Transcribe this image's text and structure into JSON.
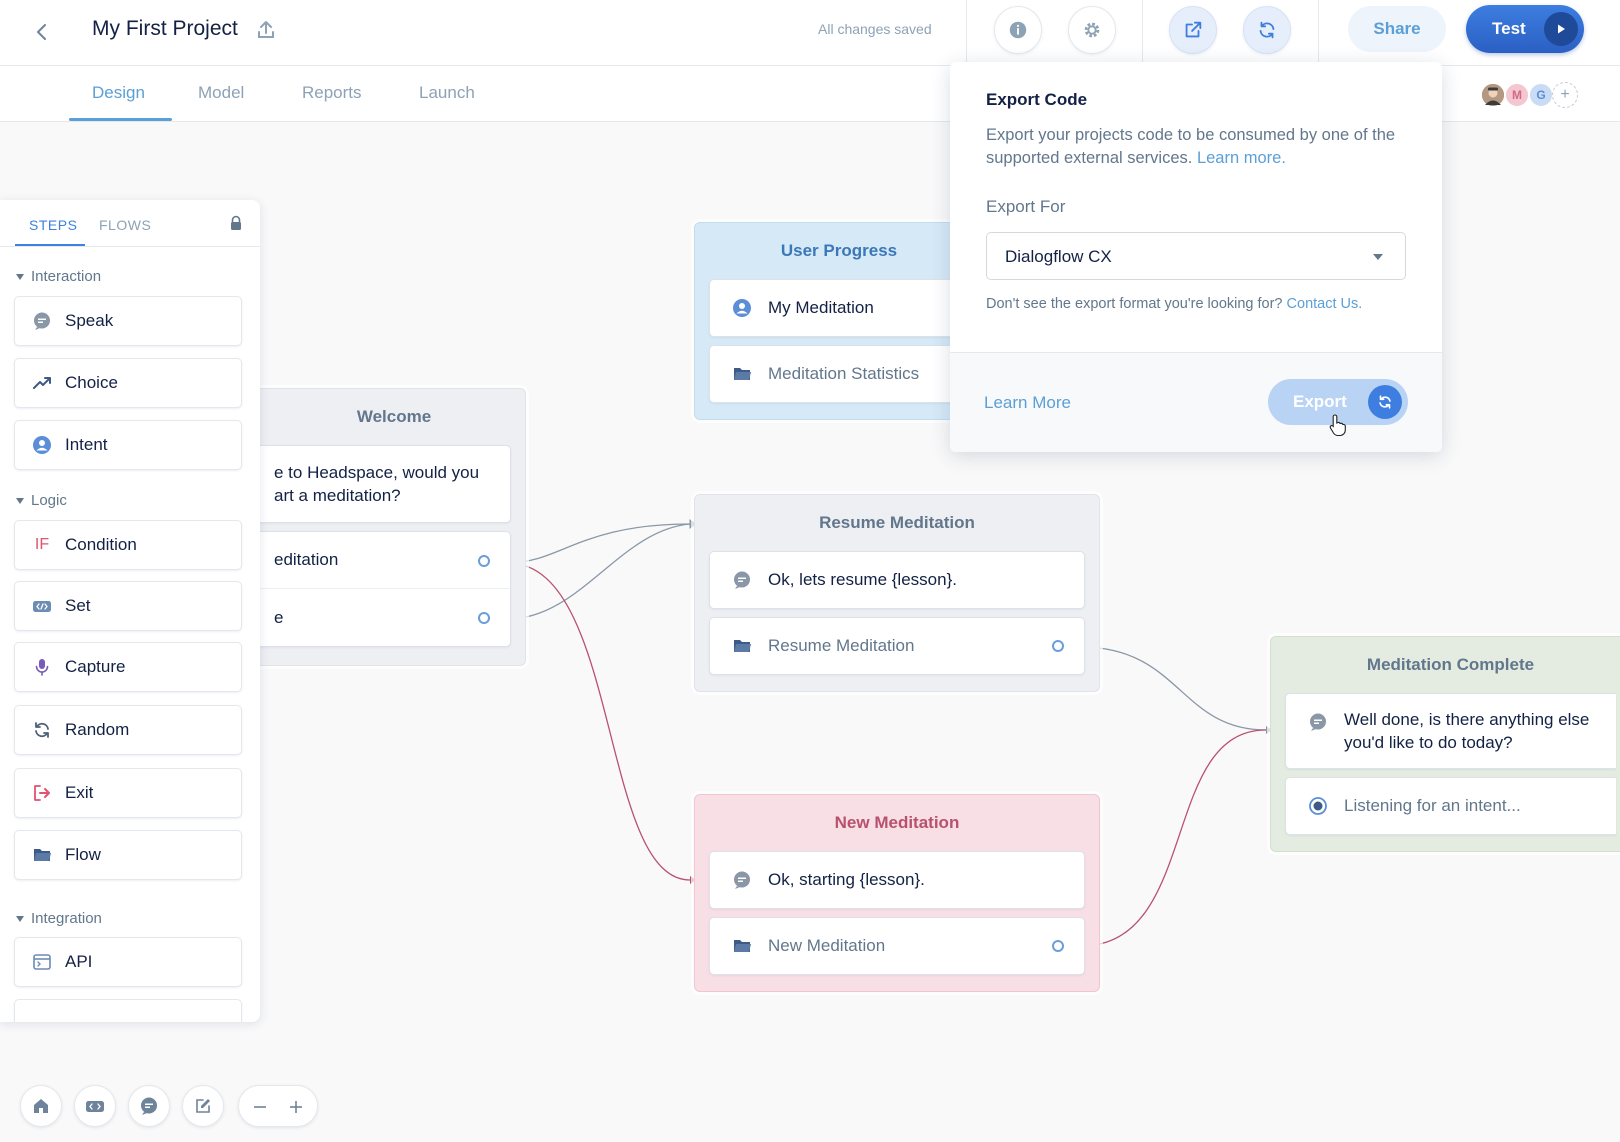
{
  "header": {
    "project_title": "My First Project",
    "save_status": "All changes saved",
    "share_label": "Share",
    "test_label": "Test"
  },
  "tabs": [
    {
      "label": "Design",
      "active": true
    },
    {
      "label": "Model",
      "active": false
    },
    {
      "label": "Reports",
      "active": false
    },
    {
      "label": "Launch",
      "active": false
    }
  ],
  "collaborators": [
    {
      "initial": "",
      "color": "#8a6f5a"
    },
    {
      "initial": "M",
      "color": "#f3c6d0"
    },
    {
      "initial": "G",
      "color": "#c9dbf5"
    }
  ],
  "sidebar": {
    "tabs": [
      "STEPS",
      "FLOWS"
    ],
    "sections": [
      {
        "title": "Interaction",
        "items": [
          "Speak",
          "Choice",
          "Intent"
        ]
      },
      {
        "title": "Logic",
        "items": [
          "Condition",
          "Set",
          "Capture",
          "Random",
          "Exit",
          "Flow"
        ]
      },
      {
        "title": "Integration",
        "items": [
          "API"
        ]
      }
    ],
    "condition_icon_text": "IF"
  },
  "nodes": {
    "user_progress": {
      "title": "User Progress",
      "steps": [
        "My Meditation",
        "Meditation Statistics"
      ]
    },
    "welcome": {
      "title": "Welcome",
      "speak": "e to Headspace, would you\nart a meditation?",
      "choices": [
        "editation",
        "e"
      ]
    },
    "resume": {
      "title": "Resume Meditation",
      "speak": "Ok, lets resume {lesson}.",
      "flow": "Resume Meditation"
    },
    "new": {
      "title": "New Meditation",
      "speak": "Ok, starting {lesson}.",
      "flow": "New Meditation"
    },
    "complete": {
      "title": "Meditation Complete",
      "speak": "Well done, is there anything else\nyou'd like to do today?",
      "listen": "Listening for an intent..."
    }
  },
  "popover": {
    "title": "Export Code",
    "description": "Export your projects code to be consumed by one of the supported external services.",
    "description_link": "Learn more.",
    "export_for_label": "Export For",
    "selected_format": "Dialogflow CX",
    "note": "Don't see the export format you're looking for?",
    "note_link": "Contact Us.",
    "learn_more": "Learn More",
    "export_label": "Export"
  },
  "colors": {
    "accent": "#3d7ee0",
    "link": "#5b9fd7",
    "connection_gray": "#8a97a6",
    "connection_pink": "#b8516e"
  }
}
